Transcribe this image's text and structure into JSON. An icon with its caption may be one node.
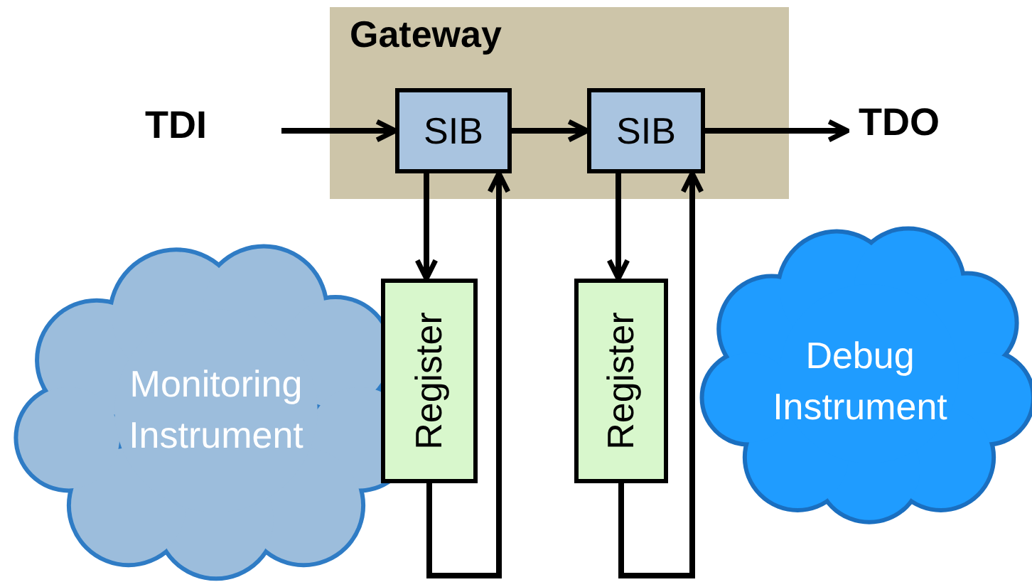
{
  "diagram": {
    "nodes": [
      {
        "text": [
          "Gateway"
        ]
      },
      {
        "text": [
          "TDI"
        ]
      },
      {
        "text": [
          "SIB"
        ],
        "in": 0
      },
      {
        "text": [
          "SIB"
        ],
        "in": 0
      },
      {
        "text": [
          "TDO"
        ]
      },
      {
        "text": [
          "Monitoring Instrument"
        ]
      },
      {
        "text": [
          "Register"
        ]
      },
      {
        "text": [
          "Register"
        ]
      },
      {
        "text": [
          "Debug Instrument"
        ]
      }
    ],
    "edges": [
      {
        "from": 1,
        "to": 2,
        "arrow": "to"
      },
      {
        "from": 2,
        "to": 3,
        "arrow": "to"
      },
      {
        "from": 3,
        "to": 4,
        "arrow": "to"
      },
      {
        "from": 2,
        "to": 6,
        "arrow": "to"
      },
      {
        "from": 6,
        "to": 2,
        "arrow": "to"
      },
      {
        "from": 3,
        "to": 7,
        "arrow": "to"
      },
      {
        "from": 7,
        "to": 3,
        "arrow": "to"
      }
    ]
  }
}
